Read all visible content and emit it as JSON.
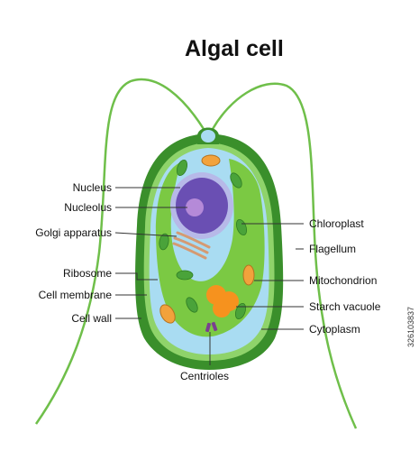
{
  "title": "Algal cell",
  "labels": {
    "nucleus": "Nucleus",
    "nucleolus": "Nucleolus",
    "golgi_apparatus": "Golgi apparatus",
    "ribosome": "Ribosome",
    "cell_membrane": "Cell membrane",
    "cell_wall": "Cell wall",
    "chloroplast": "Chloroplast",
    "flagellum": "Flagellum",
    "mitochondrion": "Mitochondrion",
    "starch_vacuole": "Starch vacuole",
    "cytoplasm": "Cytoplasm",
    "centrioles": "Centrioles"
  },
  "image_id": "326103837",
  "colors": {
    "cell_wall": "#3a8f2b",
    "chloroplast_body": "#7bc943",
    "cytoplasm": "#a9dcf2",
    "nucleus_envelope": "#b7b9e8",
    "nucleus": "#6a4fb3",
    "nucleolus": "#b58ad8",
    "mitochondrion": "#f2a23c",
    "starch_vacuole": "#f6921e",
    "golgi": "#e8b08a",
    "flagellum": "#6fbf4a"
  }
}
